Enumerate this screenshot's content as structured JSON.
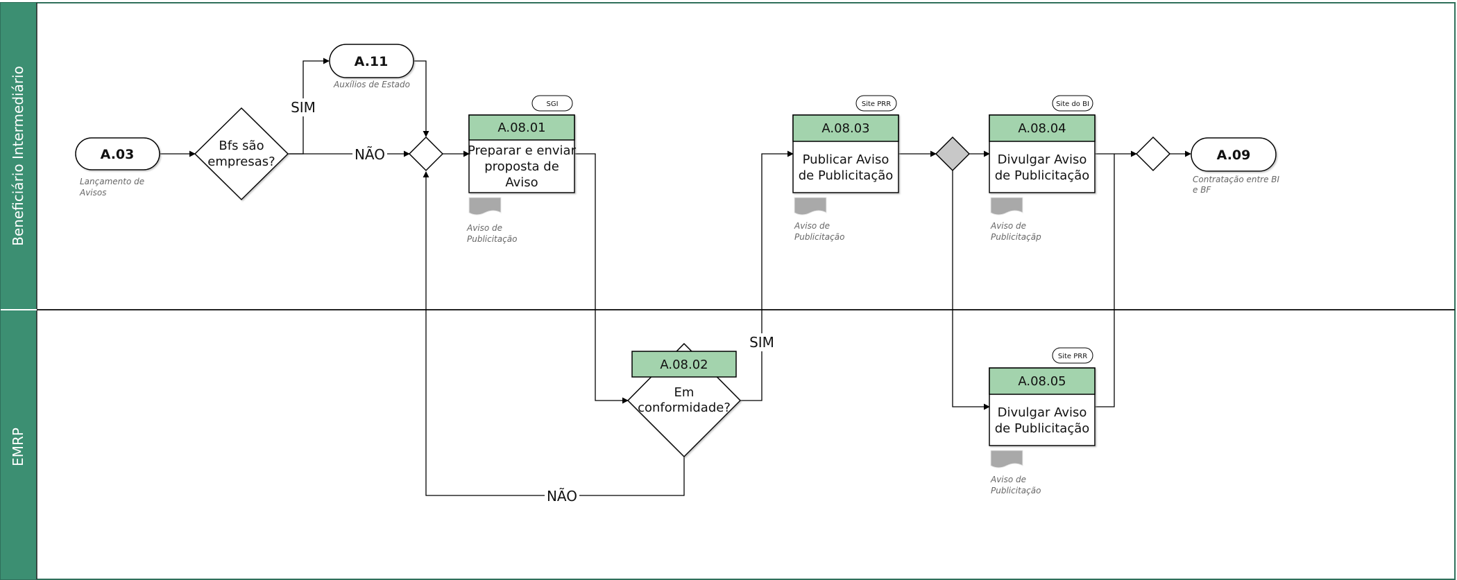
{
  "lanes": [
    {
      "id": "bi",
      "label": "Beneficiário Intermediário"
    },
    {
      "id": "emrp",
      "label": "EMRP"
    }
  ],
  "events": {
    "a03": {
      "code": "A.03",
      "caption_lines": [
        "Lançamento de",
        "Avisos"
      ]
    },
    "a11": {
      "code": "A.11",
      "caption_lines": [
        "Auxílios de Estado"
      ]
    },
    "a09": {
      "code": "A.09",
      "caption_lines": [
        "Contratação entre BI",
        "e BF"
      ]
    }
  },
  "decisions": {
    "bfs": {
      "lines": [
        "Bfs são",
        "empresas?"
      ]
    },
    "conformidade": {
      "code": "A.08.02",
      "lines": [
        "Em",
        "conformidade?"
      ]
    }
  },
  "tasks": {
    "t0801": {
      "code": "A.08.01",
      "lines": [
        "Preparar e enviar",
        "proposta de",
        "Aviso"
      ],
      "system": "SGI",
      "doc_lines": [
        "Aviso de",
        "Publicitação"
      ]
    },
    "t0803": {
      "code": "A.08.03",
      "lines": [
        "Publicar Aviso",
        "de Publicitação"
      ],
      "system": "Site PRR",
      "doc_lines": [
        "Aviso de",
        "Publicitação"
      ]
    },
    "t0804": {
      "code": "A.08.04",
      "lines": [
        "Divulgar Aviso",
        "de Publicitação"
      ],
      "system": "Site do BI",
      "doc_lines": [
        "Aviso de",
        "Publicitaçãp"
      ]
    },
    "t0805": {
      "code": "A.08.05",
      "lines": [
        "Divulgar Aviso",
        "de Publicitação"
      ],
      "system": "Site PRR",
      "doc_lines": [
        "Aviso de",
        "Publicitação"
      ]
    }
  },
  "flow_labels": {
    "sim_top": "SIM",
    "nao_top": "NÃO",
    "sim_mid": "SIM",
    "nao_bottom": "NÃO"
  },
  "colors": {
    "lane_bar": "#3c8f72",
    "task_header": "#a3d3ad",
    "gateway_gray": "#c8c8c8",
    "document_gray": "#a9a9a9"
  }
}
